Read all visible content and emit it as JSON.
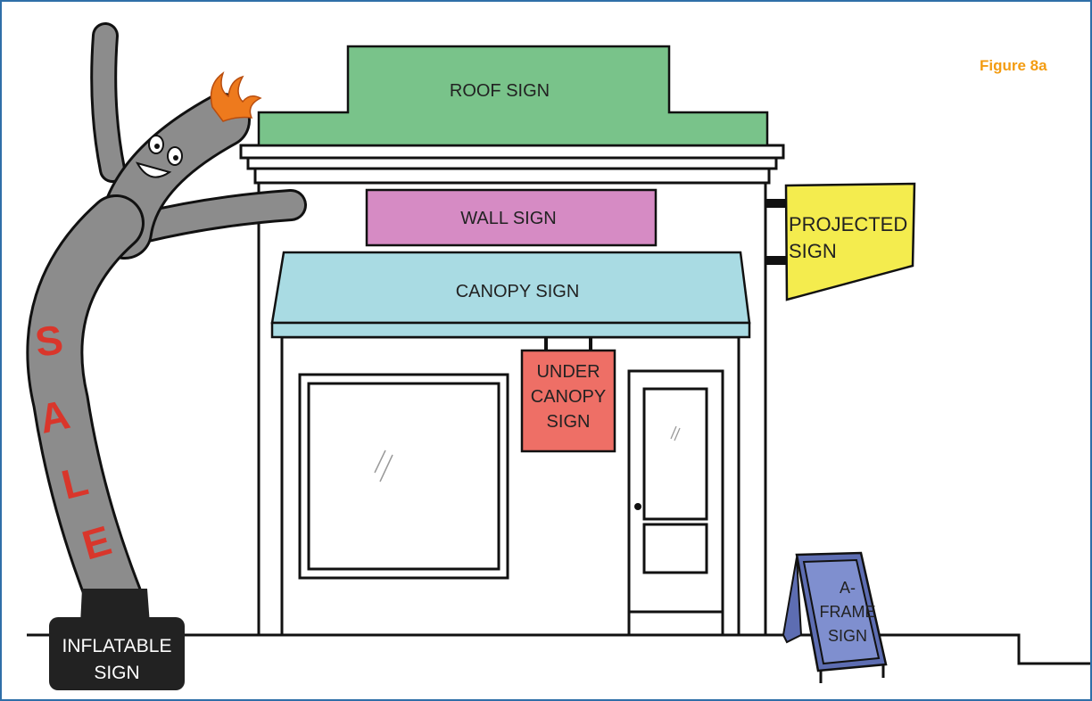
{
  "figure_label": "Figure 8a",
  "signs": {
    "roof": "ROOF SIGN",
    "wall": "WALL SIGN",
    "canopy": "CANOPY SIGN",
    "projected_line1": "PROJECTED",
    "projected_line2": "SIGN",
    "under_canopy_line1": "UNDER",
    "under_canopy_line2": "CANOPY",
    "under_canopy_line3": "SIGN",
    "a_frame_line1": "A-",
    "a_frame_line2": "FRAME",
    "a_frame_line3": "SIGN",
    "inflatable_line1": "INFLATABLE",
    "inflatable_line2": "SIGN",
    "sale_letters": [
      "S",
      "A",
      "L",
      "E"
    ]
  },
  "colors": {
    "roof": "#79c38a",
    "wall": "#d68bc4",
    "canopy": "#a9dbe3",
    "projected": "#f4ec4e",
    "under_canopy": "#ee6f66",
    "a_frame": "#7f8fcf",
    "inflatable_body": "#8c8c8c",
    "inflatable_base": "#222222",
    "sale_text": "#d9362b",
    "flame": "#ee7a1d",
    "frame_border": "#2f6fa8",
    "figure_label": "#f39c12"
  }
}
